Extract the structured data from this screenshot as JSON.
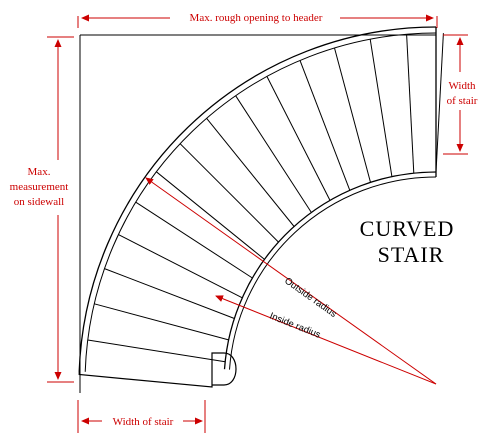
{
  "diagram": {
    "title_line1": "CURVED",
    "title_line2": "STAIR",
    "label_top": "Max. rough opening to header",
    "label_left_1": "Max.",
    "label_left_2": "measurement",
    "label_left_3": "on sidewall",
    "label_right_1": "Width",
    "label_right_2": "of stair",
    "label_bottom": "Width of stair",
    "label_outside_radius": "Outside radius",
    "label_inside_radius": "Inside radius",
    "tread_count": 14,
    "colors": {
      "dimension": "#cc0000",
      "line": "#000000",
      "background": "#ffffff"
    }
  }
}
